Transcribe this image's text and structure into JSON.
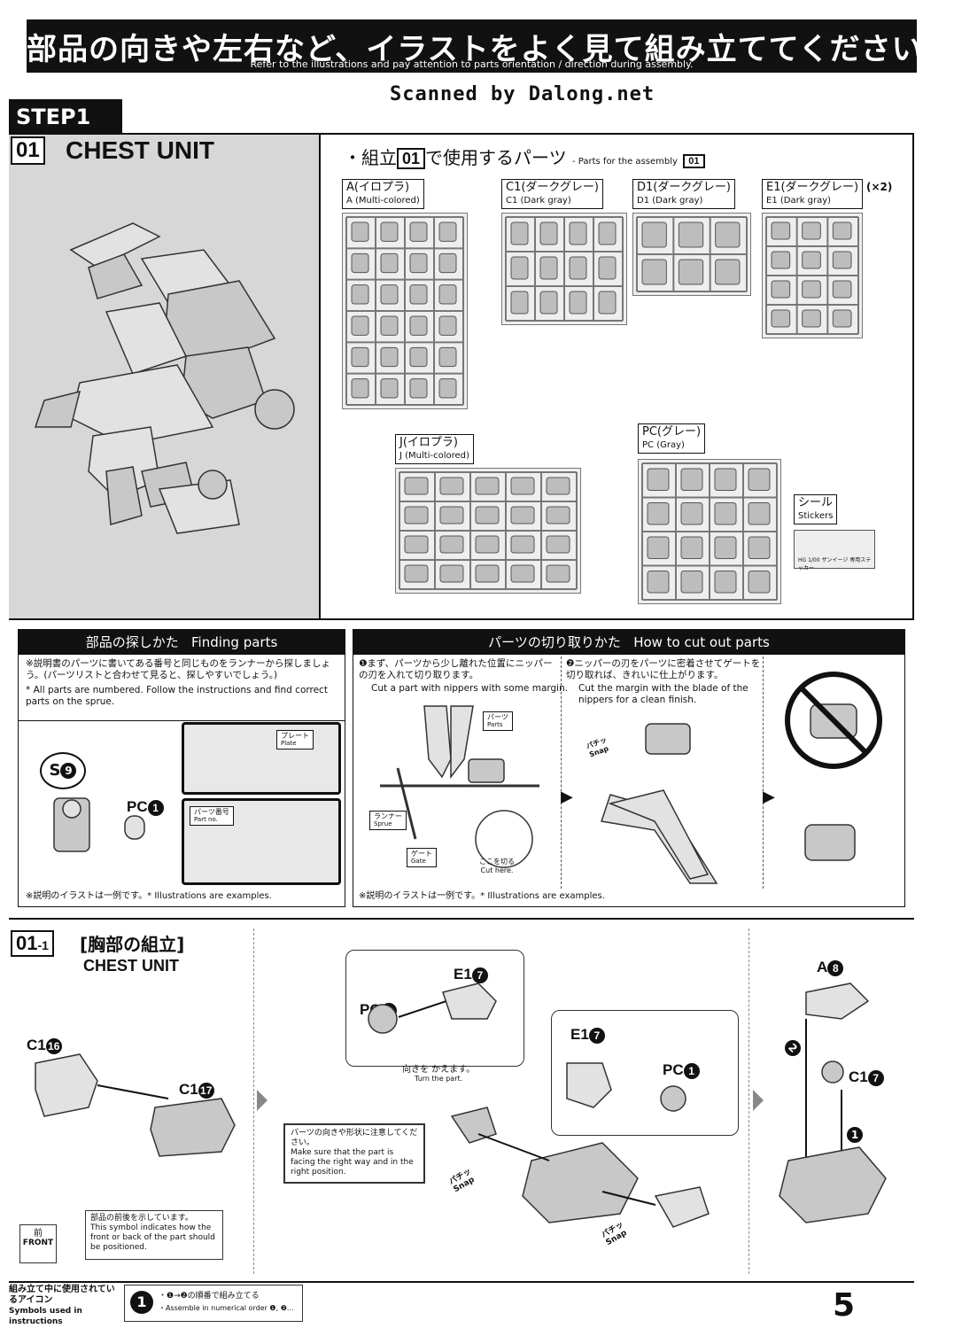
{
  "header": {
    "title_jp": "部品の向きや左右など、イラストをよく見て組み立ててください。",
    "title_en": "Refer to the illustrations and pay attention to parts orientation / direction during assembly.",
    "credit": "Scanned by Dalong.net"
  },
  "step": {
    "label": "STEP1",
    "number": "01",
    "name": "CHEST UNIT"
  },
  "parts_list": {
    "heading_prefix": "・組立",
    "heading_num": "01",
    "heading_suffix": "で使用するパーツ",
    "heading_en": "- Parts for the assembly",
    "heading_en_num": "01",
    "runners": [
      {
        "id": "A",
        "name_jp": "A(イロプラ)",
        "name_en": "A (Multi-colored)"
      },
      {
        "id": "C1",
        "name_jp": "C1(ダークグレー)",
        "name_en": "C1 (Dark gray)"
      },
      {
        "id": "D1",
        "name_jp": "D1(ダークグレー)",
        "name_en": "D1 (Dark gray)"
      },
      {
        "id": "E1",
        "name_jp": "E1(ダークグレー)",
        "name_en": "E1 (Dark gray)",
        "count": "(×2)"
      },
      {
        "id": "J",
        "name_jp": "J(イロプラ)",
        "name_en": "J (Multi-colored)"
      },
      {
        "id": "PC",
        "name_jp": "PC(グレー)",
        "name_en": "PC (Gray)"
      }
    ],
    "stickers": {
      "name_jp": "シール",
      "name_en": "Stickers",
      "sheet_text": "HG 1/00 ザンイージ 専用ステッカー"
    }
  },
  "finding_parts": {
    "title_jp": "部品の探しかた",
    "title_en": "Finding parts",
    "text_jp": "※説明書のパーツに書いてある番号と同じものをランナーから探しましょう。(パーツリストと合わせて見ると、探しやすいでしょう。)",
    "text_en": "* All parts are numbered. Follow the instructions and find correct parts on the sprue.",
    "label_s9": "S",
    "label_s9_num": "9",
    "label_pc1": "PC",
    "label_pc1_num": "1",
    "plate_jp": "プレート",
    "plate_en": "Plate",
    "partno_jp": "パーツ番号",
    "partno_en": "Part no.",
    "note": "※説明のイラストは一例です。* Illustrations are examples."
  },
  "cut_parts": {
    "title_jp": "パーツの切り取りかた",
    "title_en": "How to cut out parts",
    "step1_jp": "❶まず、パーツから少し離れた位置にニッパーの刃を入れて切り取ります。",
    "step1_en": "Cut a part with nippers with some margin.",
    "step2_jp": "❷ニッパーの刃をパーツに密着させてゲートを切り取れば、きれいに仕上がります。",
    "step2_en": "Cut the margin with the blade of the nippers for a clean finish.",
    "parts_jp": "パーツ",
    "parts_en": "Parts",
    "sprue_jp": "ランナー",
    "sprue_en": "Sprue",
    "gate_jp": "ゲート",
    "gate_en": "Gate",
    "cut_jp": "ここを切る",
    "cut_en": "Cut here.",
    "snap_jp": "パチッ",
    "snap_en": "Snap",
    "note": "※説明のイラストは一例です。* Illustrations are examples."
  },
  "substep": {
    "number": "01",
    "sub": "-1",
    "name_jp": "[胸部の組立]",
    "name_en": "CHEST UNIT",
    "parts": {
      "c1_16": {
        "runner": "C1",
        "num": "16"
      },
      "c1_17": {
        "runner": "C1",
        "num": "17"
      },
      "pc1_a": {
        "runner": "PC",
        "num": "1"
      },
      "e1_7_a": {
        "runner": "E1",
        "num": "7"
      },
      "e1_7_b": {
        "runner": "E1",
        "num": "7"
      },
      "pc1_b": {
        "runner": "PC",
        "num": "1"
      },
      "a8": {
        "runner": "A",
        "num": "8"
      },
      "c1_7": {
        "runner": "C1",
        "num": "7"
      }
    },
    "turn_jp": "向きを かえます。",
    "turn_en": "Turn the part.",
    "caution_jp": "パーツの向きや形状に注意してください。",
    "caution_en": "Make sure that the part is facing the right way and in the right position.",
    "front_symbol_jp": "前",
    "front_symbol_en": "FRONT",
    "front_note_jp": "部品の前後を示しています。",
    "front_note_en": "This symbol indicates how the front or back of the part should be positioned.",
    "snap_jp": "パチッ",
    "snap_en": "Snap",
    "order_1": "1",
    "order_2": "2"
  },
  "footer": {
    "icons_jp": "組み立て中に使用されているアイコン",
    "icons_en": "Symbols used in instructions",
    "icon_num": "1",
    "order_jp": "・❶→❷の順番で組み立てる",
    "order_en": "・Assemble in numerical order ❶, ❷...",
    "page": "5"
  },
  "colors": {
    "black": "#111111",
    "panel_gray": "#d7d7d7",
    "part_gray": "#c8c8c8"
  }
}
